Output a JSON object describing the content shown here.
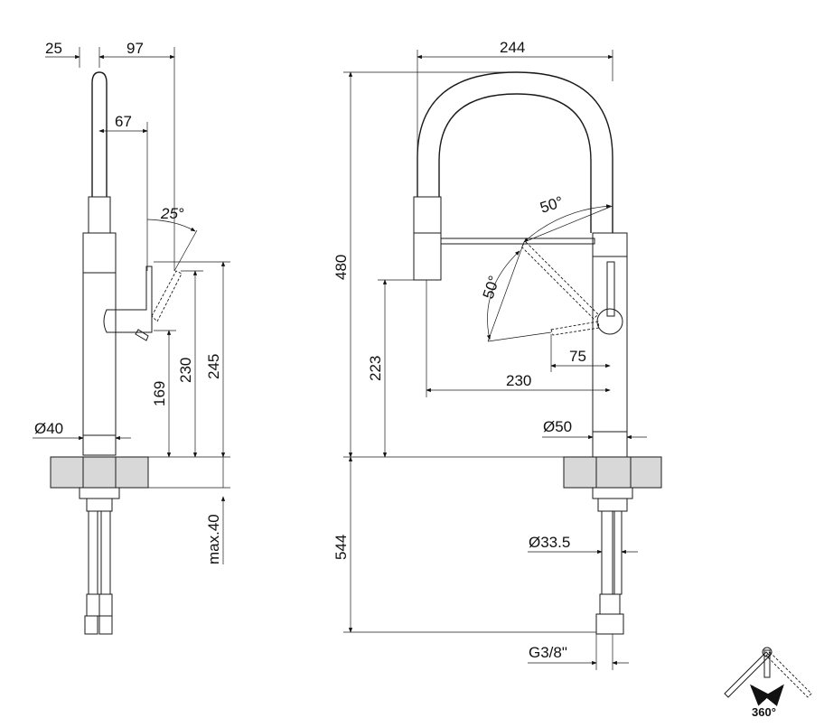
{
  "dimensions": {
    "side": {
      "top_offset": "25",
      "spout_reach": "97",
      "handle_reach": "67",
      "handle_angle": "25°",
      "handle_height": "169",
      "spout_height": "230",
      "total_height": "245",
      "body_diameter": "Ø40",
      "max_deck": "max.40"
    },
    "front": {
      "width": "244",
      "height": "480",
      "outlet_height": "223",
      "reach": "230",
      "offset": "75",
      "spray_angle_top": "50°",
      "spray_angle_side": "50°",
      "body_diameter": "Ø50",
      "shank_diameter": "Ø33.5",
      "shank_length": "544",
      "connector": "G3/8\""
    },
    "rotation_label": "360°"
  },
  "colors": {
    "line": "#1a1a1a",
    "hatch": "#d8d8d8"
  }
}
